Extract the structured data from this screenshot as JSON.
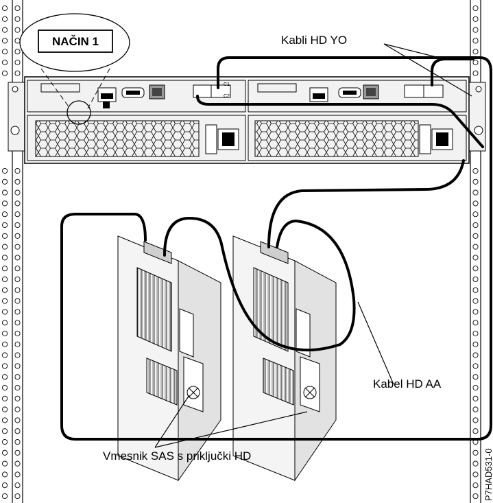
{
  "labels": {
    "mode": "NAČIN 1",
    "cable_yo": "Kabli HD YO",
    "cable_aa": "Kabel HD AA",
    "adapter": "Vmesnik SAS s priključki HD",
    "figure_id": "P7HAD531-0",
    "connector_c1": "C1",
    "connector_c2": "C2"
  },
  "icons": {
    "rack_rail_left": "rack-rail-icon",
    "rack_rail_right": "rack-rail-icon",
    "enclosure": "disk-enclosure-icon",
    "adapter_card": "sas-adapter-card-icon",
    "power_socket": "power-socket-icon"
  },
  "colors": {
    "line": "#000000",
    "fill_light": "#f2f2f2",
    "fill_dark": "#cfcfcf",
    "background": "#ffffff"
  }
}
